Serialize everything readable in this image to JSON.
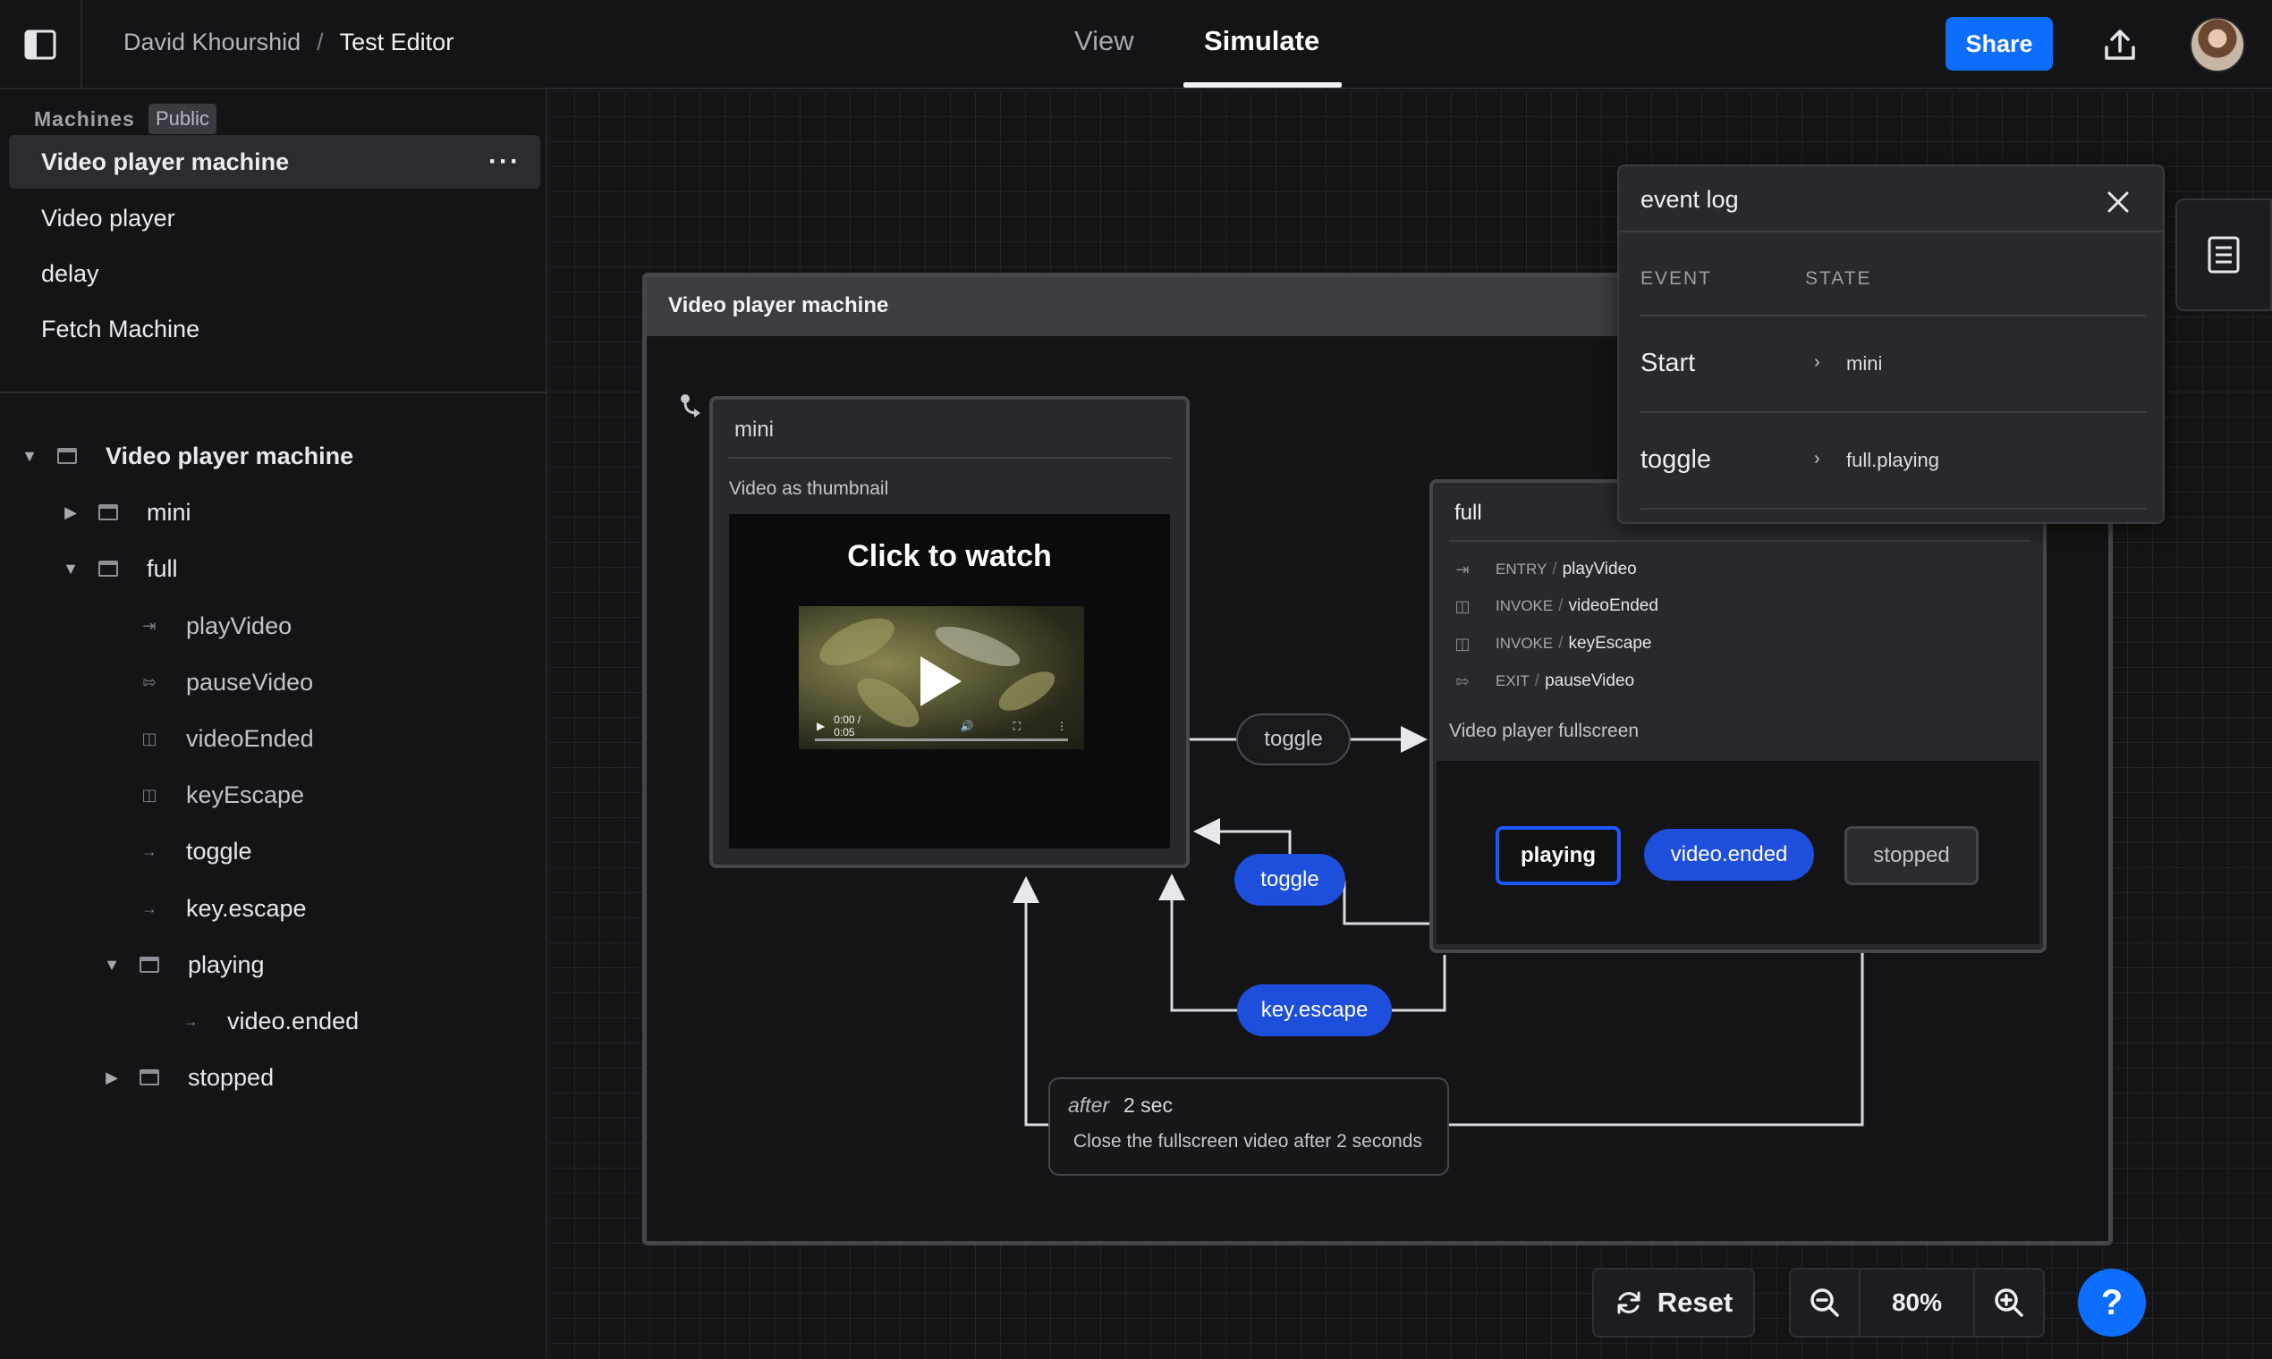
{
  "header": {
    "breadcrumb_user": "David Khourshid",
    "breadcrumb_sep": "/",
    "breadcrumb_project": "Test Editor",
    "tabs": [
      {
        "label": "View"
      },
      {
        "label": "Simulate"
      }
    ],
    "share_label": "Share"
  },
  "sidebar": {
    "machines_label": "Machines",
    "public_badge": "Public",
    "machines": [
      {
        "label": "Video player machine",
        "menu": "···"
      },
      {
        "label": "Video player"
      },
      {
        "label": "delay"
      },
      {
        "label": "Fetch Machine"
      }
    ],
    "tree": [
      {
        "label": "Video player machine"
      },
      {
        "label": "mini"
      },
      {
        "label": "full"
      },
      {
        "label": "playVideo"
      },
      {
        "label": "pauseVideo"
      },
      {
        "label": "videoEnded"
      },
      {
        "label": "keyEscape"
      },
      {
        "label": "toggle"
      },
      {
        "label": "key.escape"
      },
      {
        "label": "playing"
      },
      {
        "label": "video.ended"
      },
      {
        "label": "stopped"
      }
    ]
  },
  "canvas": {
    "machine_title": "Video player machine",
    "mini": {
      "title": "mini",
      "description": "Video as thumbnail",
      "video_title": "Click to watch",
      "video_time": "0:00 / 0:05"
    },
    "full": {
      "title": "full",
      "actions": [
        {
          "kind": "ENTRY",
          "name": "playVideo"
        },
        {
          "kind": "INVOKE",
          "name": "videoEnded"
        },
        {
          "kind": "INVOKE",
          "name": "keyEscape"
        },
        {
          "kind": "EXIT",
          "name": "pauseVideo"
        }
      ],
      "description": "Video player fullscreen",
      "separator": "/"
    },
    "nodes": {
      "playing": "playing",
      "stopped": "stopped"
    },
    "transitions": {
      "toggle_out": "toggle",
      "toggle_back": "toggle",
      "key_escape": "key.escape",
      "video_ended": "video.ended"
    },
    "after": {
      "keyword": "after",
      "value": "2 sec",
      "description": "Close the fullscreen video after 2 seconds"
    }
  },
  "event_log": {
    "title": "event log",
    "col_event": "EVENT",
    "col_state": "STATE",
    "rows": [
      {
        "event": "Start",
        "state": "mini"
      },
      {
        "event": "toggle",
        "state": "full.playing"
      }
    ]
  },
  "controls": {
    "reset_label": "Reset",
    "zoom": "80%",
    "help": "?"
  },
  "colors": {
    "accent": "#0d6efd",
    "event_pill": "#1d4edc",
    "active_node_border": "#1b58ff"
  }
}
